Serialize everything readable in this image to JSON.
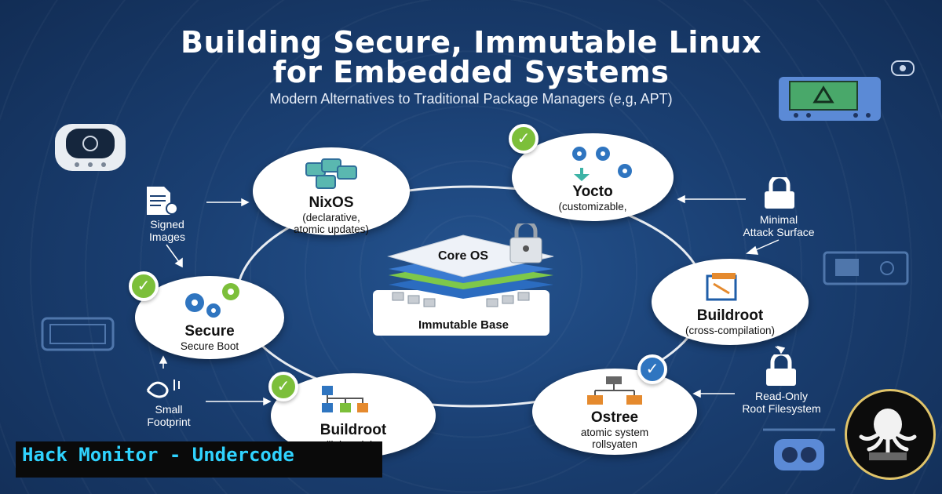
{
  "title_line1": "Building Secure, Immutable Linux",
  "title_line2": "for Embedded Systems",
  "subtitle": "Modern Alternatives to Traditional Package Managers (e,g, APT)",
  "core": {
    "label": "Core OS",
    "base_label": "Immutable Base"
  },
  "bubbles": [
    {
      "name": "NixOS",
      "desc": [
        "(declarative,",
        "atomic updates)"
      ]
    },
    {
      "name": "Yocto",
      "desc": [
        "(customizable,"
      ]
    },
    {
      "name": "Secure",
      "desc": [
        "Secure Boot"
      ]
    },
    {
      "name": "Buildroot",
      "desc": [
        "(cross-compilation)"
      ]
    },
    {
      "name": "Buildroot",
      "desc": [
        "(lightweight,"
      ]
    },
    {
      "name": "Ostree",
      "desc": [
        "atomic system",
        "rollsyaten"
      ]
    }
  ],
  "side_labels": {
    "signed": [
      "Signed",
      "Images"
    ],
    "minimal": [
      "Minimal",
      "Attack Surface"
    ],
    "small": [
      "Small",
      "Footprint"
    ],
    "readonly": [
      "Read-Only",
      "Root Filesystem"
    ]
  },
  "footer": "Hack Monitor - Undercode",
  "colors": {
    "background": "#1a3f72",
    "accent_green": "#7cbf3a",
    "accent_blue": "#2f6fb8",
    "footer_text": "#2fd3ff"
  }
}
